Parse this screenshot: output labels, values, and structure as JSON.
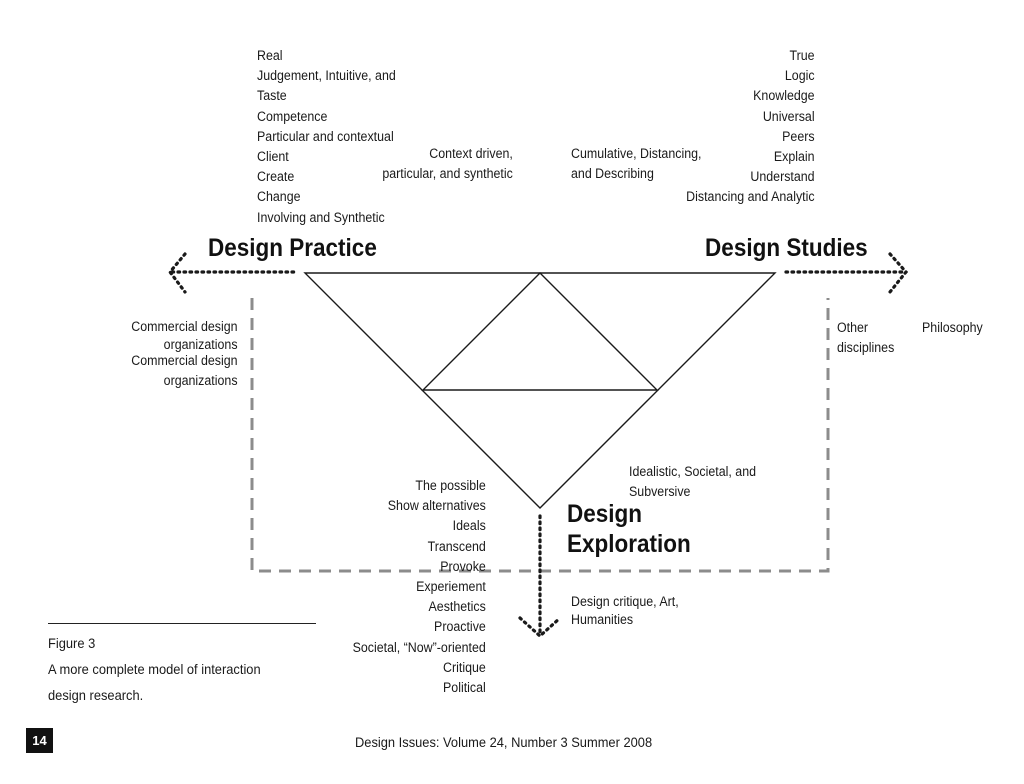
{
  "practice_list": [
    "Real",
    "Judgement, Intuitive, and",
    "Taste",
    "Competence",
    "Particular and contextual",
    "Client",
    "Create",
    "Change",
    "Involving and Synthetic"
  ],
  "practice_inner": [
    "Context driven,",
    "particular, and synthetic"
  ],
  "studies_list": [
    "True",
    "Logic",
    "Knowledge",
    "Universal",
    "Peers",
    "Explain",
    "Understand",
    "Distancing and Analytic"
  ],
  "studies_inner": [
    "Cumulative, Distancing,",
    "and Describing"
  ],
  "headings": {
    "practice": "Design Practice",
    "studies": "Design Studies",
    "exploration_1": "Design",
    "exploration_2": "Exploration"
  },
  "left_side": [
    "Commercial design",
    "organizations",
    "Commercial design",
    "organizations"
  ],
  "right_side": {
    "other_1": "Other",
    "other_2": "disciplines",
    "philosophy": "Philosophy"
  },
  "exploration_inner": [
    "Idealistic, Societal, and",
    "Subversive"
  ],
  "exploration_list": [
    "The possible",
    "Show alternatives",
    "Ideals",
    "Transcend",
    "Provoke",
    "Experiement",
    "Aesthetics",
    "Proactive",
    "Societal, “Now”-oriented",
    "Critique",
    "Political"
  ],
  "exploration_out": [
    "Design critique, Art,",
    "Humanities"
  ],
  "caption": {
    "label": "Figure 3",
    "line1": "A more complete model of interaction",
    "line2": "design research."
  },
  "page_number": "14",
  "footer": "Design Issues:  Volume 24, Number 3  Summer 2008",
  "colors": {
    "ink": "#1a1a1a",
    "dashed_box": "#8c8c8c",
    "page_badge": "#111111"
  }
}
